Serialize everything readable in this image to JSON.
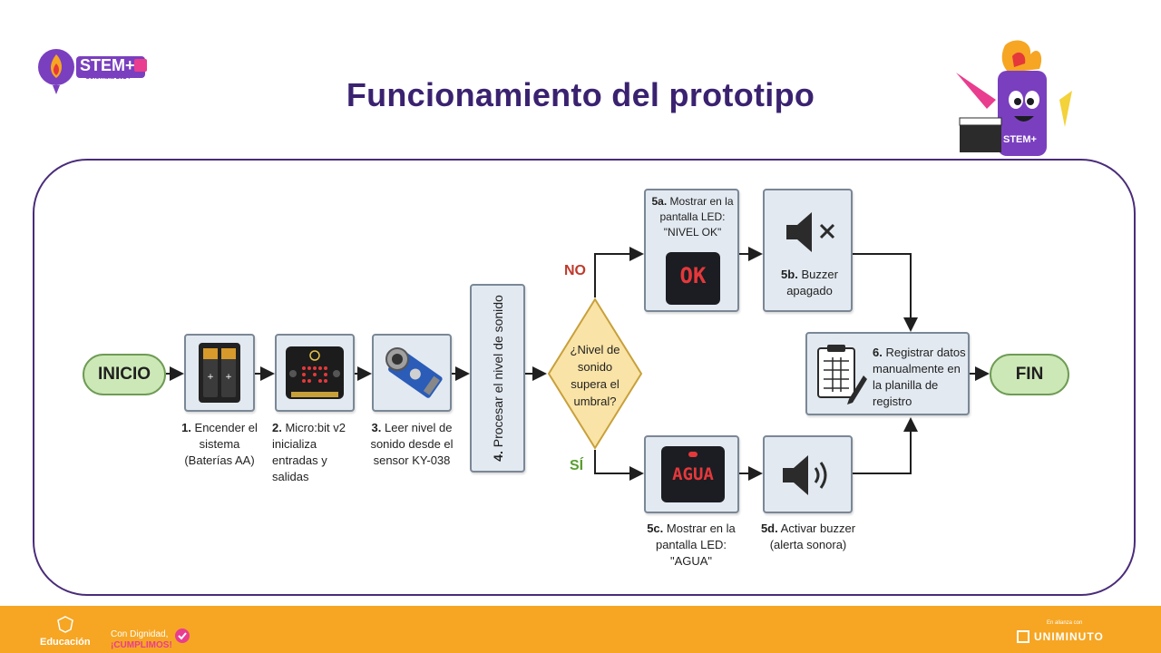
{
  "title": "Funcionamiento del prototipo",
  "logo": {
    "stem": "STEM+",
    "sub": "Colombia 2024"
  },
  "mascot": {
    "badge": "STEM+"
  },
  "flow": {
    "start": "INICIO",
    "end": "FIN",
    "steps": {
      "s1": {
        "num": "1.",
        "text": "Encender el sistema (Baterías AA)"
      },
      "s2": {
        "num": "2.",
        "text": "Micro:bit v2 inicializa entradas y salidas"
      },
      "s3": {
        "num": "3.",
        "text": "Leer nivel de sonido desde el sensor KY-038"
      },
      "s4": {
        "num": "4.",
        "text": "Procesar el nivel de sonido"
      },
      "decision": "¿Nivel de sonido supera el umbral?",
      "no": "NO",
      "yes": "SÍ",
      "s5a": {
        "num": "5a.",
        "text": "Mostrar en la pantalla LED: \"NIVEL OK\""
      },
      "s5b": {
        "num": "5b.",
        "text": "Buzzer apagado"
      },
      "s5c": {
        "num": "5c.",
        "text": "Mostrar en la pantalla LED: \"AGUA\""
      },
      "s5d": {
        "num": "5d.",
        "text": "Activar buzzer (alerta sonora)"
      },
      "s6": {
        "num": "6.",
        "text": "Registrar datos manualmente en la planilla de registro"
      }
    },
    "screens": {
      "ok": "OK",
      "agua": "AGUA"
    }
  },
  "footer": {
    "left": "Educación",
    "slogan_top": "Con Dignidad,",
    "slogan_bottom": "¡CUMPLIMOS!",
    "right_top": "En alianza con",
    "right_brand": "UNIMINUTO"
  },
  "colors": {
    "title": "#3a2270",
    "frame": "#4a2c7a",
    "start_end": "#cde8b7",
    "box": "#e2e9f1",
    "diamond": "#f9e3a6",
    "no": "#c0392b",
    "yes": "#5a9e2f",
    "footer": "#f6a623"
  }
}
